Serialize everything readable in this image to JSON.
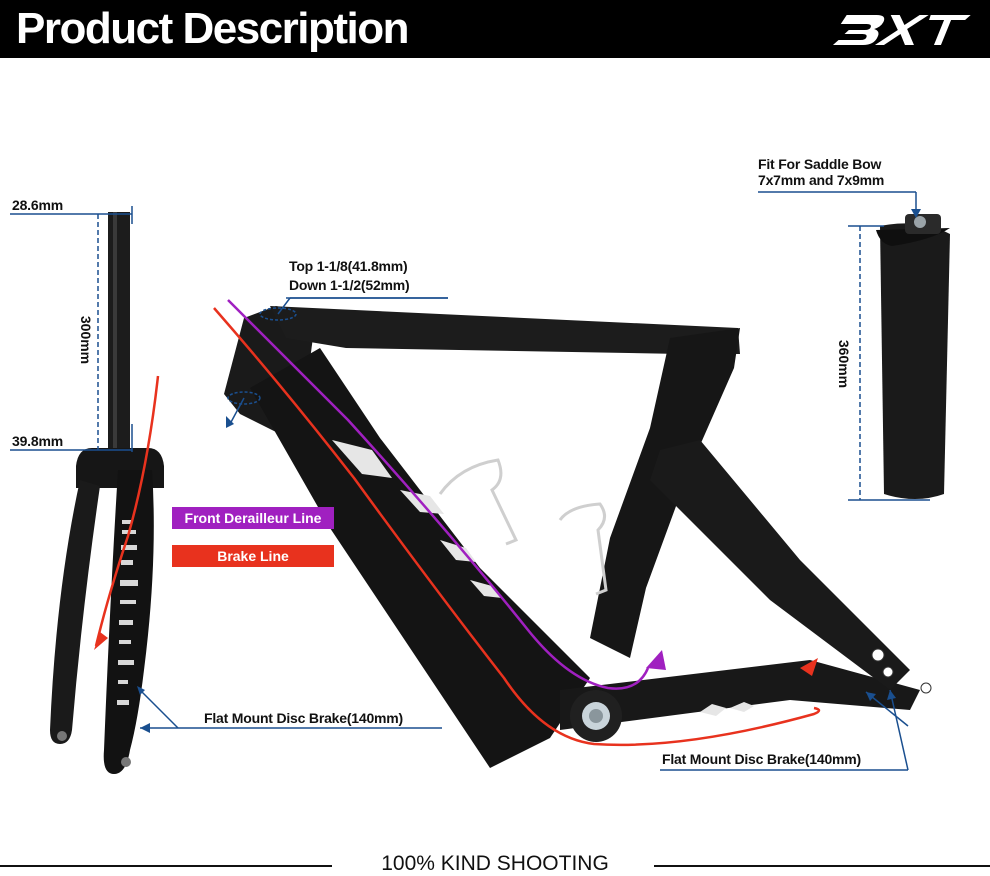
{
  "header": {
    "title": "Product Description",
    "brand": "BXT"
  },
  "fork": {
    "top_diameter": "28.6mm",
    "steerer_length": "300mm",
    "bottom_diameter": "39.8mm",
    "brake_mount": "Flat Mount Disc Brake(140mm)"
  },
  "head_tube": {
    "top_bearing": "Top 1-1/8(41.8mm)",
    "bottom_bearing": "Down 1-1/2(52mm)"
  },
  "seatpost": {
    "fit_line1": "Fit For Saddle Bow",
    "fit_line2": "7x7mm and 7x9mm",
    "length": "360mm"
  },
  "legend": {
    "front_derailleur": "Front Derailleur Line",
    "brake": "Brake Line",
    "front_derailleur_color": "#a020c0",
    "brake_color": "#e8321e"
  },
  "frame": {
    "rear_brake_mount": "Flat Mount Disc Brake(140mm)"
  },
  "footer": {
    "text": "100% KIND SHOOTING"
  },
  "colors": {
    "dimension_line": "#1a4f8f",
    "header_bg": "#000000",
    "carbon": "#111111"
  }
}
